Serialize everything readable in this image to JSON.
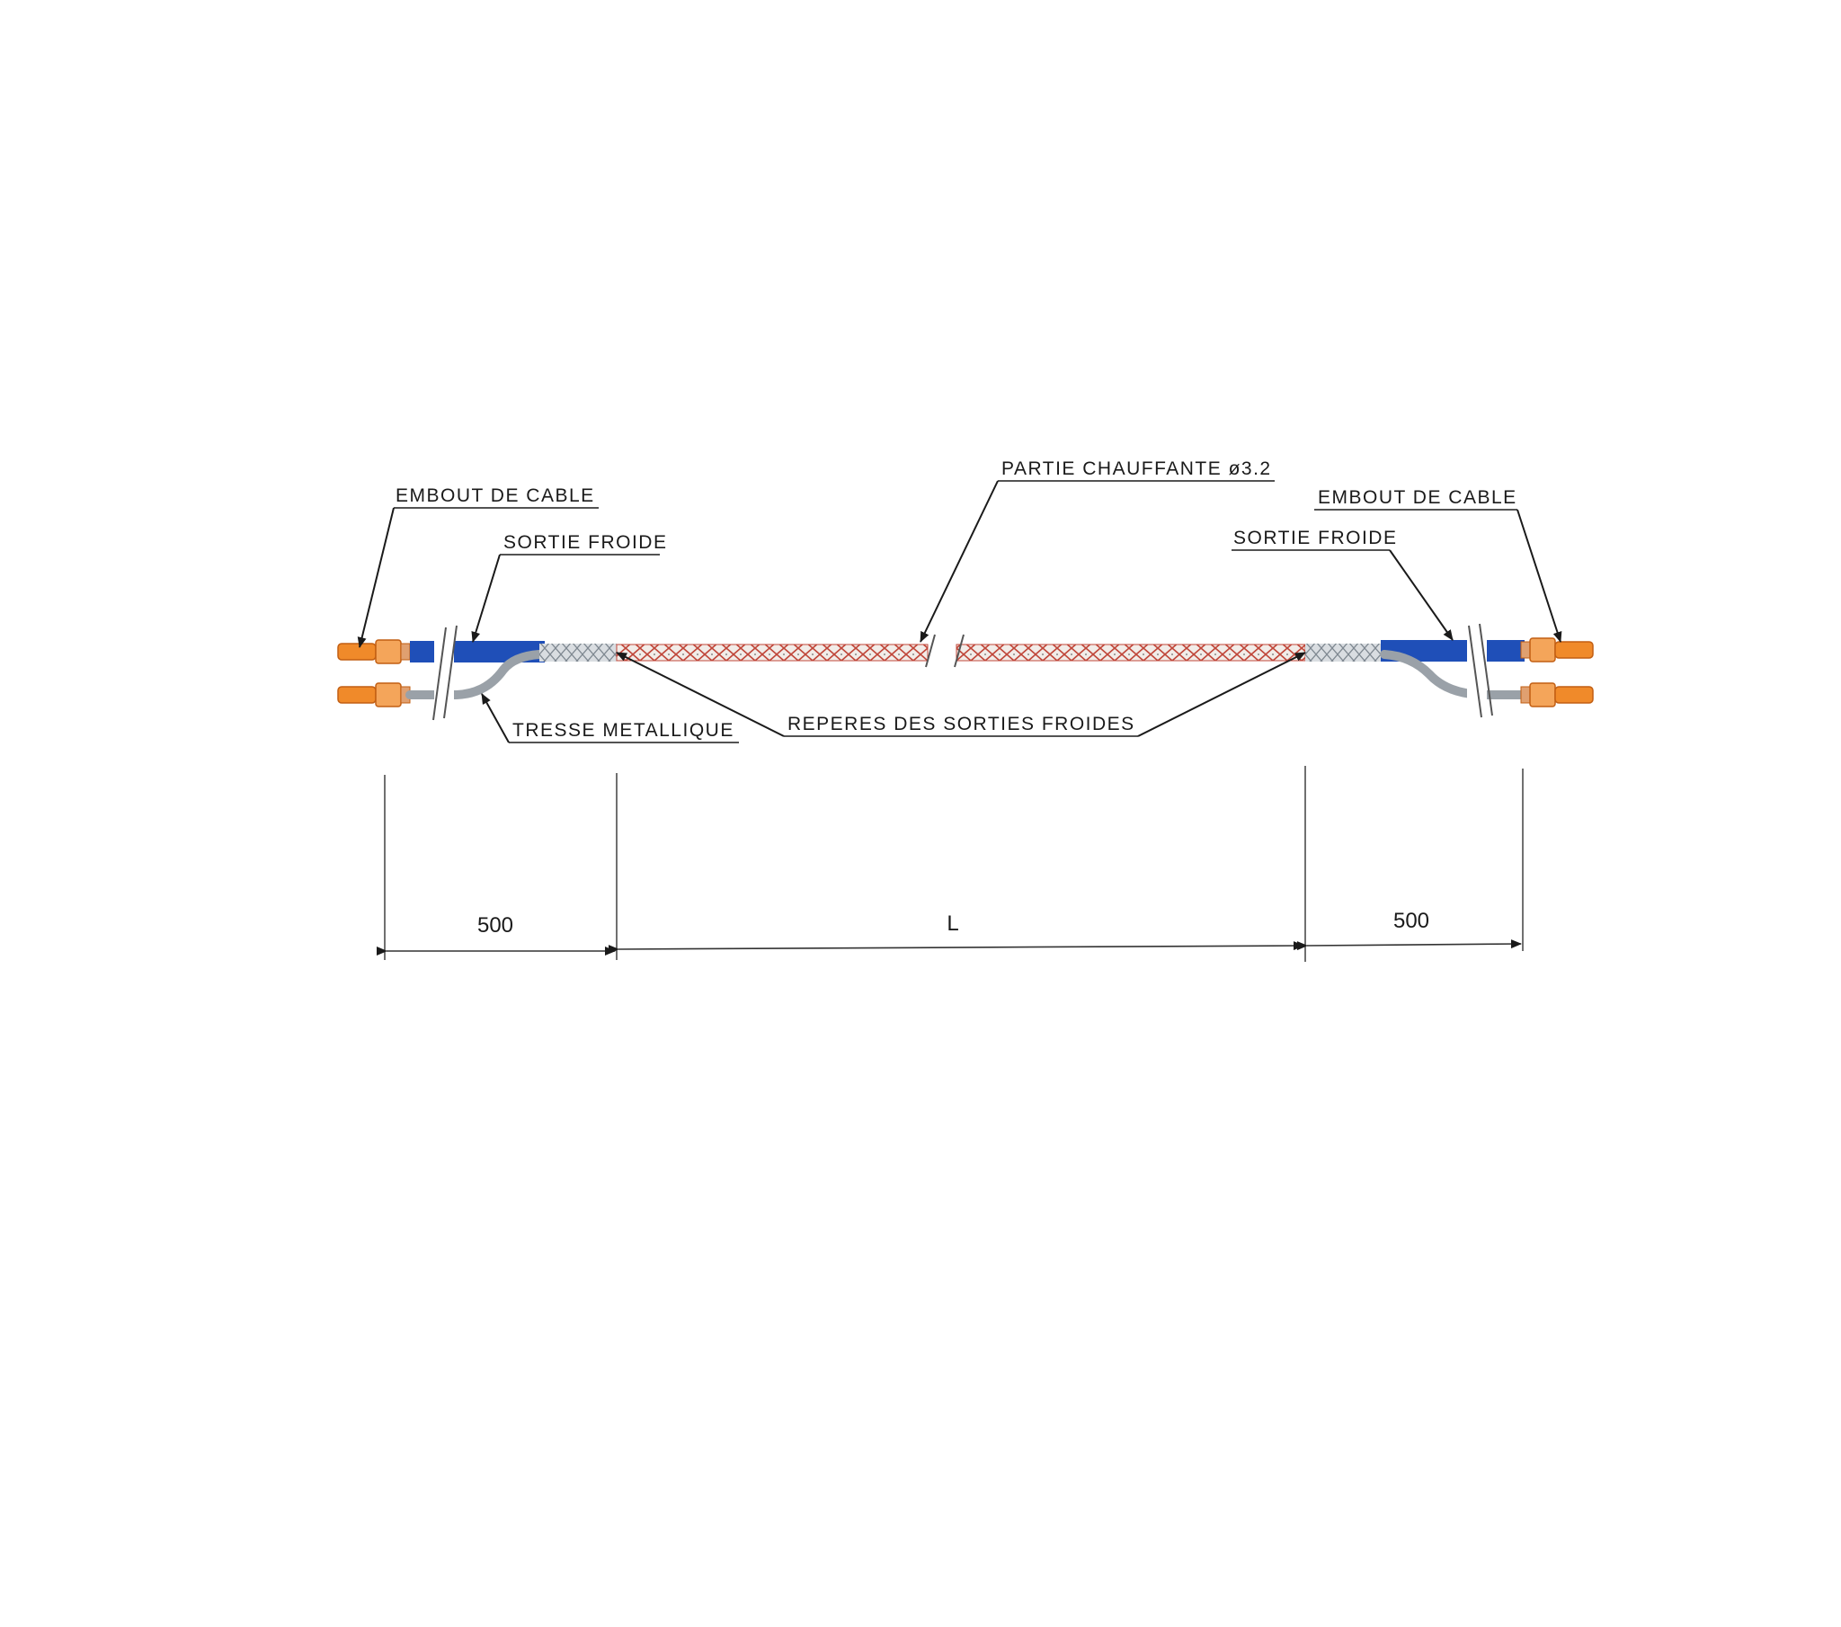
{
  "labels": {
    "embout_left": "EMBOUT DE CABLE",
    "sortie_left": "SORTIE FROIDE",
    "partie_chauffante": "PARTIE CHAUFFANTE ø3.2",
    "embout_right": "EMBOUT DE CABLE",
    "sortie_right": "SORTIE FROIDE",
    "tresse": "TRESSE METALLIQUE",
    "reperes": "REPERES DES SORTIES FROIDES"
  },
  "dimensions": {
    "left": "500",
    "middle": "L",
    "right": "500"
  },
  "colors": {
    "cold_lead": "#1f4fb8",
    "connector": "#f08a2a",
    "heating_weave": "#c0473a",
    "braid": "#9aa1a8",
    "line": "#1a1a1a"
  }
}
